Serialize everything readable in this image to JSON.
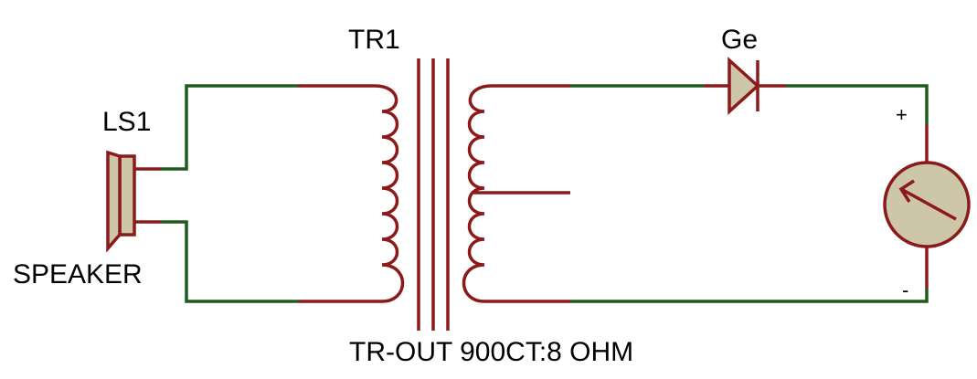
{
  "labels": {
    "speaker_ref": "LS1",
    "speaker_name": "SPEAKER",
    "transformer_ref": "TR1",
    "transformer_name": "TR-OUT 900CT:8 OHM",
    "diode_name": "Ge",
    "meter_plus": "+",
    "meter_minus": "-"
  },
  "colors": {
    "wire": "#1f5b1f",
    "component": "#8b1a1a",
    "component_fill": "#cdc6a8",
    "text": "#000000",
    "background": "#ffffff"
  }
}
